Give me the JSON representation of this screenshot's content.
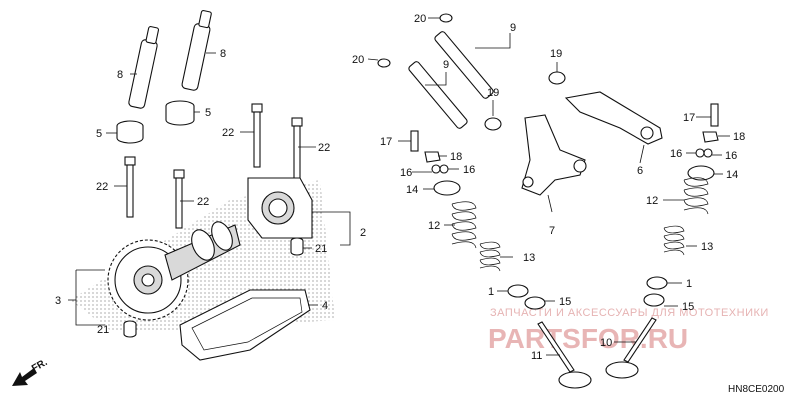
{
  "diagram_code": "HN8CE0200",
  "direction_label": "FR.",
  "watermark": {
    "line1": "ЗАПЧАСТИ И АКСЕССУАРЫ ДЛЯ МОТОТЕХНИКИ",
    "line2": "PARTSFOR.RU"
  },
  "callouts": {
    "c20a": "20",
    "c9a": "9",
    "c19a": "19",
    "c20b": "20",
    "c9b": "9",
    "c19b": "19",
    "c8a": "8",
    "c8b": "8",
    "c5a": "5",
    "c5b": "5",
    "c22a": "22",
    "c22b": "22",
    "c22c": "22",
    "c22d": "22",
    "c2": "2",
    "c21a": "21",
    "c3": "3",
    "c21b": "21",
    "c4": "4",
    "c17a": "17",
    "c18a": "18",
    "c16a": "16",
    "c16b": "16",
    "c14a": "14",
    "c12a": "12",
    "c13a": "13",
    "c1a": "1",
    "c15a": "15",
    "c11": "11",
    "c7": "7",
    "c6": "6",
    "c17b": "17",
    "c18b": "18",
    "c16c": "16",
    "c16d": "16",
    "c14b": "14",
    "c12b": "12",
    "c13b": "13",
    "c1b": "1",
    "c15b": "15",
    "c10": "10"
  }
}
